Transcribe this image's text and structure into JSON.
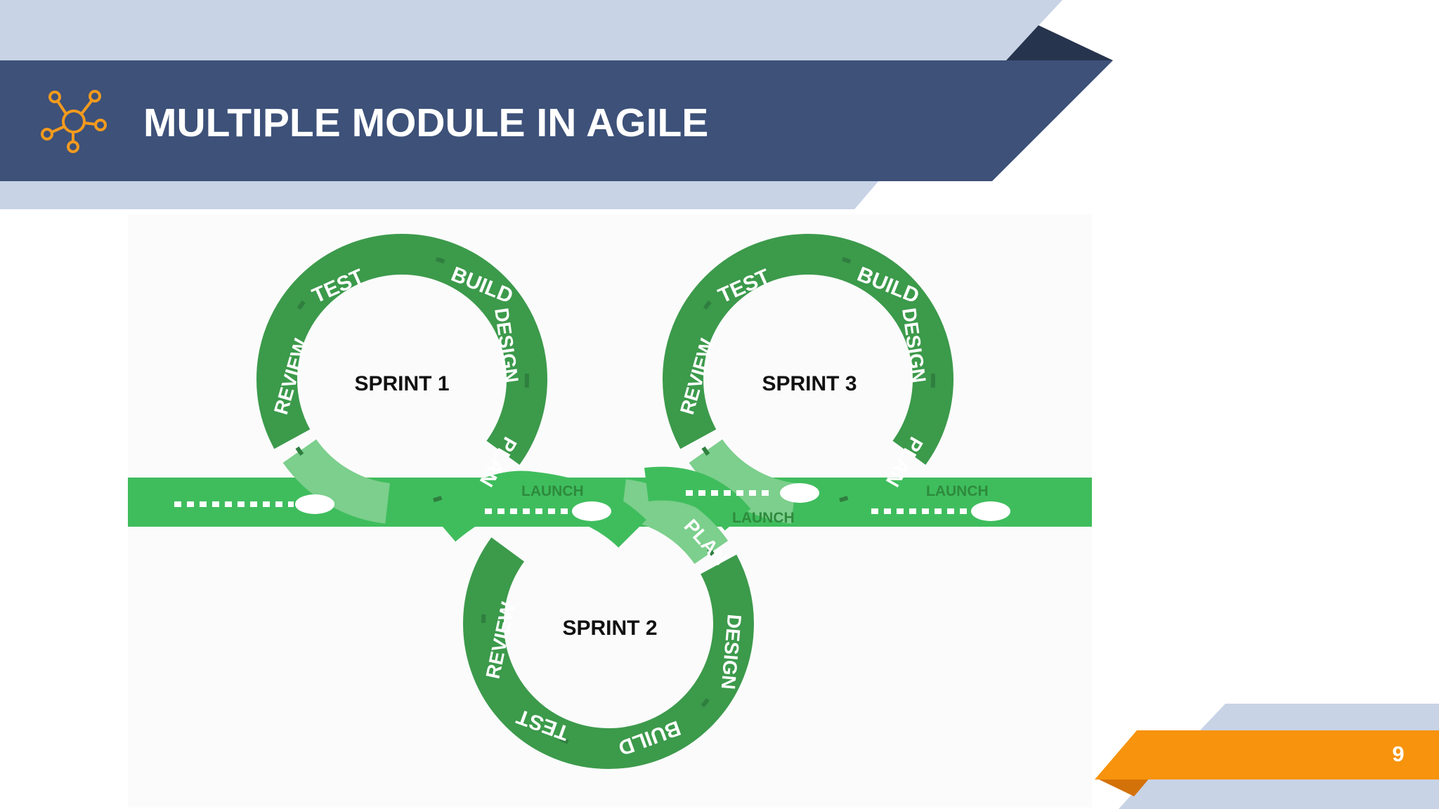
{
  "slide": {
    "title": "MULTIPLE MODULE IN AGILE",
    "page_number": "9",
    "icon": "network-hub-icon",
    "colors": {
      "header_dark": "#3d5179",
      "header_light": "#c8d3e6",
      "header_shadow": "#27344e",
      "footer_orange": "#f7930c",
      "footer_orange_dark": "#d4720a",
      "icon_orange": "#f29a1e"
    }
  },
  "diagram": {
    "sprints": [
      {
        "name": "SPRINT 1",
        "stages": [
          "BUILD",
          "DESIGN",
          "PLAN",
          "REVIEW",
          "TEST"
        ]
      },
      {
        "name": "SPRINT 2",
        "stages": [
          "PLAN",
          "DESIGN",
          "BUILD",
          "TEST",
          "REVIEW"
        ]
      },
      {
        "name": "SPRINT 3",
        "stages": [
          "BUILD",
          "DESIGN",
          "PLAN",
          "REVIEW",
          "TEST"
        ]
      }
    ],
    "launch_labels": [
      "LAUNCH",
      "LAUNCH",
      "LAUNCH"
    ],
    "colors": {
      "track": "#3fbd5d",
      "arrow_dark": "#2f7f3f",
      "arrow_mid": "#3c9a4b",
      "arrow_light": "#7ccf8c",
      "launch_text": "#2e8a3c"
    }
  }
}
